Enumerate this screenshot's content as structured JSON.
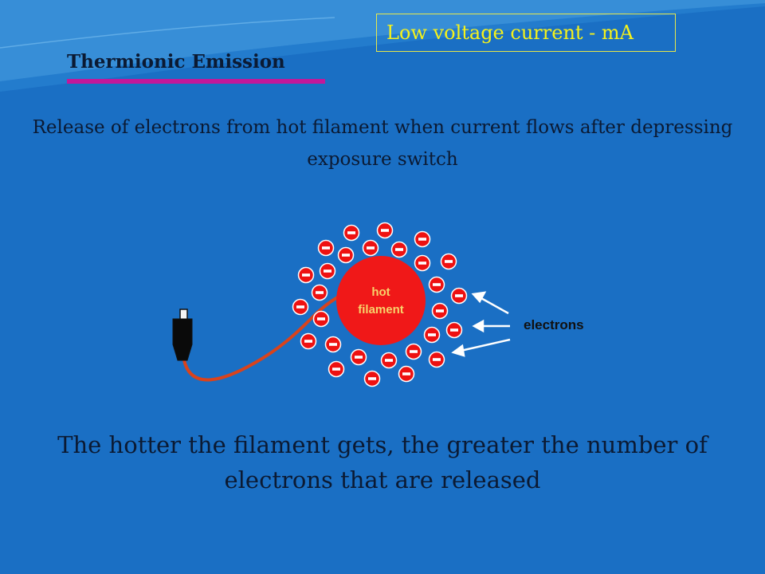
{
  "slide": {
    "title": "Thermionic Emission",
    "callout": "Low voltage current - mA",
    "subtitle": "Release of electrons from hot filament when current flows after depressing exposure switch",
    "conclusion": "The hotter the filament gets, the greater the number of electrons that are released"
  },
  "diagram": {
    "filament_label_line1": "hot",
    "filament_label_line2": "filament",
    "electrons_label": "electrons",
    "electron_symbol": "–",
    "electron_count": 30
  },
  "colors": {
    "background": "#1a6fc4",
    "filament": "#f01818",
    "electron": "#ee1111",
    "wire": "#d9431c",
    "underline": "#c2189a",
    "callout_text": "#f6f21a"
  }
}
